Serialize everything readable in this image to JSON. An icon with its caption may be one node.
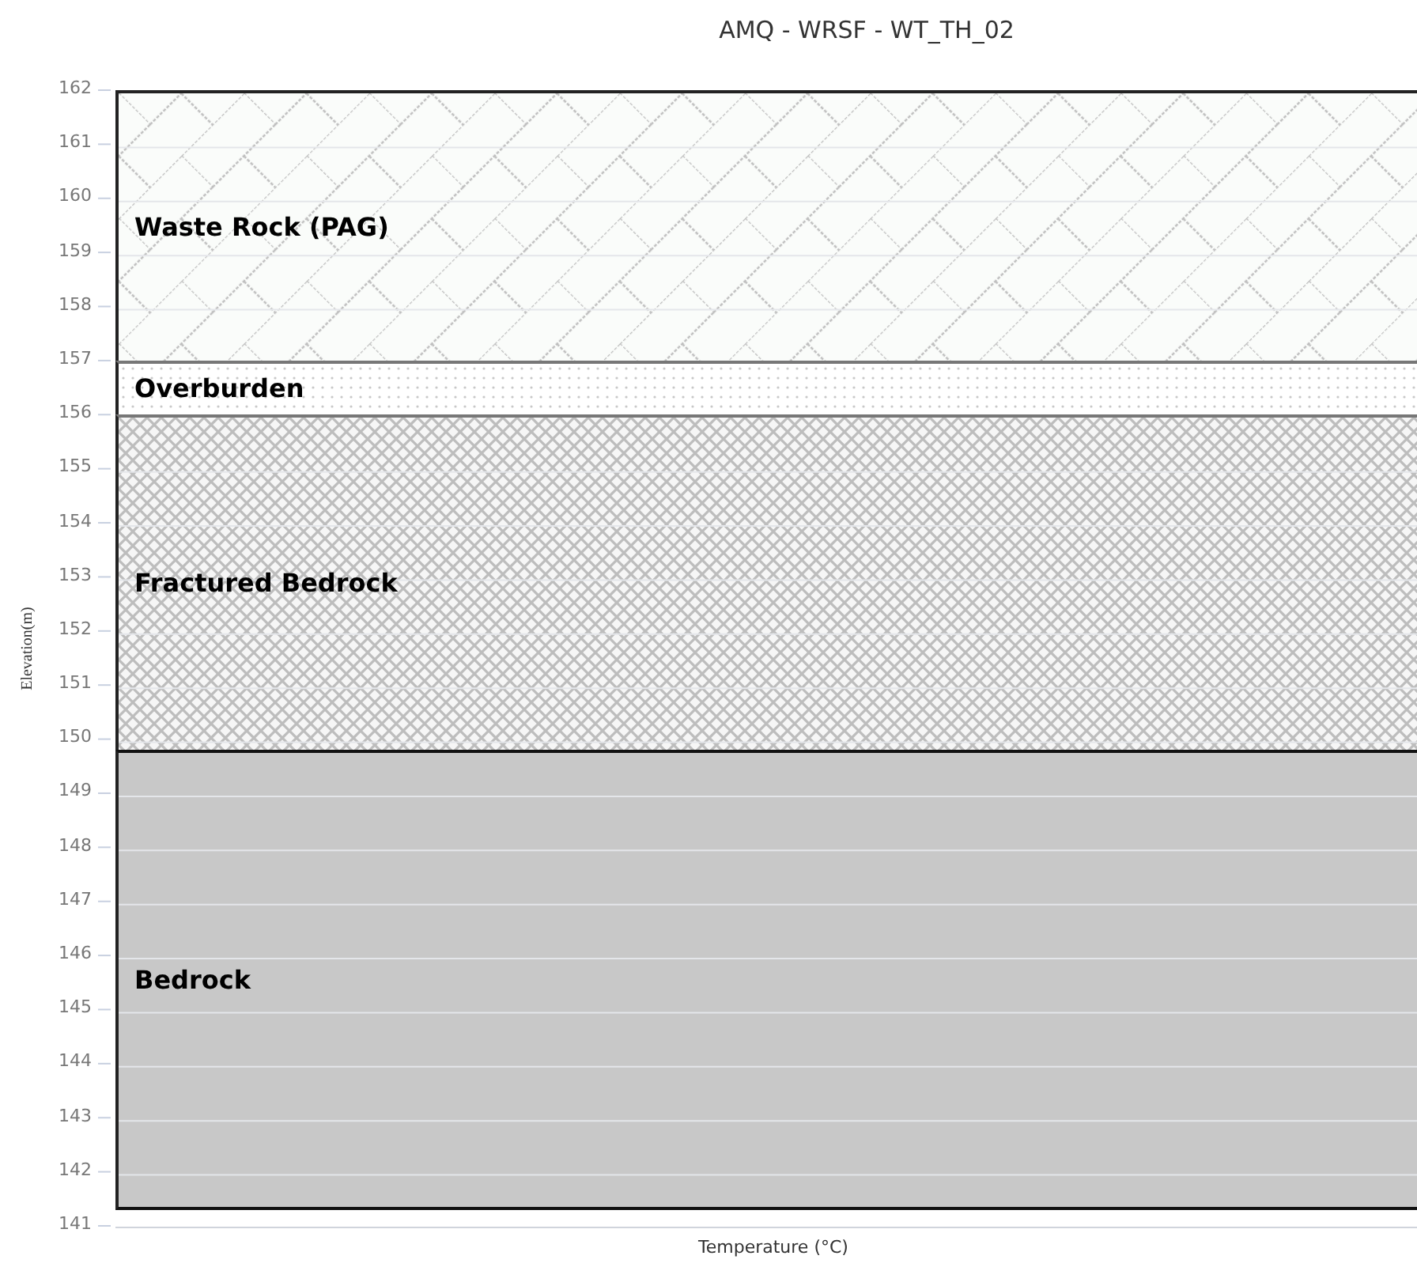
{
  "diagram": {
    "title": "AMQ - WRSF - WT_TH_02",
    "nodes": [
      {
        "text": [
          "Waste Rock (PAG)"
        ]
      },
      {
        "text": [
          "Overburden"
        ]
      },
      {
        "text": [
          "Fractured Bedrock"
        ]
      },
      {
        "text": [
          "Bedrock"
        ]
      }
    ],
    "labels": [
      "162",
      "161",
      "160",
      "159",
      "158",
      "157",
      "156",
      "155",
      "154",
      "153",
      "152",
      "151",
      "150",
      "149",
      "148",
      "147",
      "146",
      "145",
      "144",
      "143",
      "142",
      "141",
      "Elevation(m)",
      "Temperature (°C)"
    ]
  }
}
